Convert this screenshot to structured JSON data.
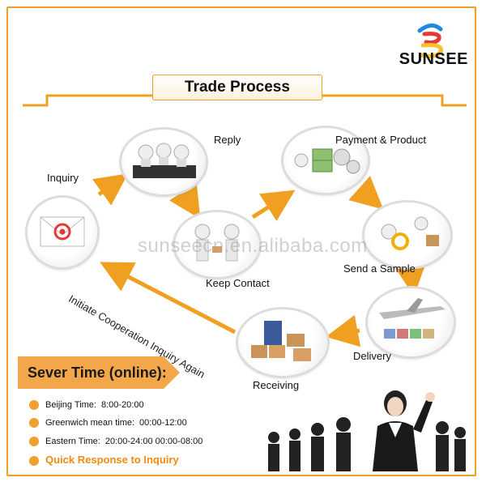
{
  "brand": {
    "name": "SUNSEE",
    "colors": {
      "accent": "#f0a020",
      "logo_blue": "#1e88e5",
      "logo_red": "#e53935",
      "logo_yellow": "#fbc02d"
    }
  },
  "header": {
    "title": "Trade Process"
  },
  "watermark": "sunseecn.en.alibaba.com",
  "process": {
    "steps": [
      {
        "label": "Inquiry",
        "icon": "email-icon"
      },
      {
        "label": "Reply",
        "icon": "call-center-icon"
      },
      {
        "label": "Keep Contact",
        "icon": "handshake-icon"
      },
      {
        "label": "Payment & Product",
        "icon": "money-gears-icon"
      },
      {
        "label": "Send a Sample",
        "icon": "magnifier-icon"
      },
      {
        "label": "Delivery",
        "icon": "airplane-icon"
      },
      {
        "label": "Receiving",
        "icon": "boxes-icon"
      }
    ],
    "loop_label": "Initiate Cooperation Inquiry Again"
  },
  "service": {
    "title": "Sever Time (online):",
    "rows": [
      {
        "label": "Beijing Time:",
        "value": "8:00-20:00"
      },
      {
        "label": "Greenwich mean time:",
        "value": "00:00-12:00"
      },
      {
        "label": "Eastern Time:",
        "value": "20:00-24:00  00:00-08:00"
      }
    ],
    "quick": "Quick Response to Inquiry"
  }
}
